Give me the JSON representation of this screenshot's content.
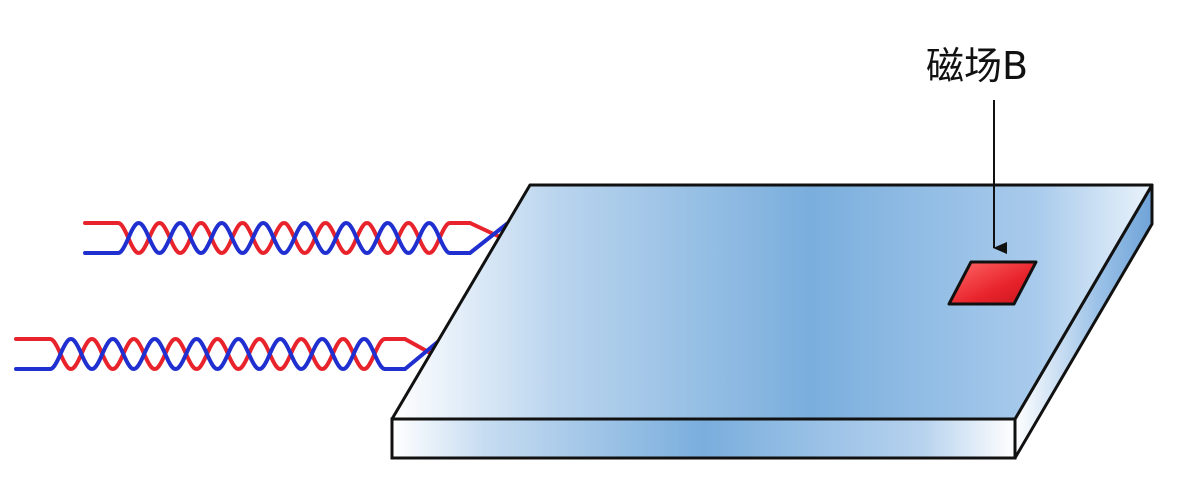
{
  "labels": {
    "magnetic_field": "磁场B"
  },
  "colors": {
    "wire_a": "#e8232b",
    "wire_b": "#1f2fd0",
    "plate_center": "#7aaedd",
    "plate_edge": "#eef5fc",
    "sensor": "#e8232b",
    "outline": "#111111"
  },
  "diagram": {
    "wire_pairs": 2,
    "twist_turns_per_pair": 8
  }
}
